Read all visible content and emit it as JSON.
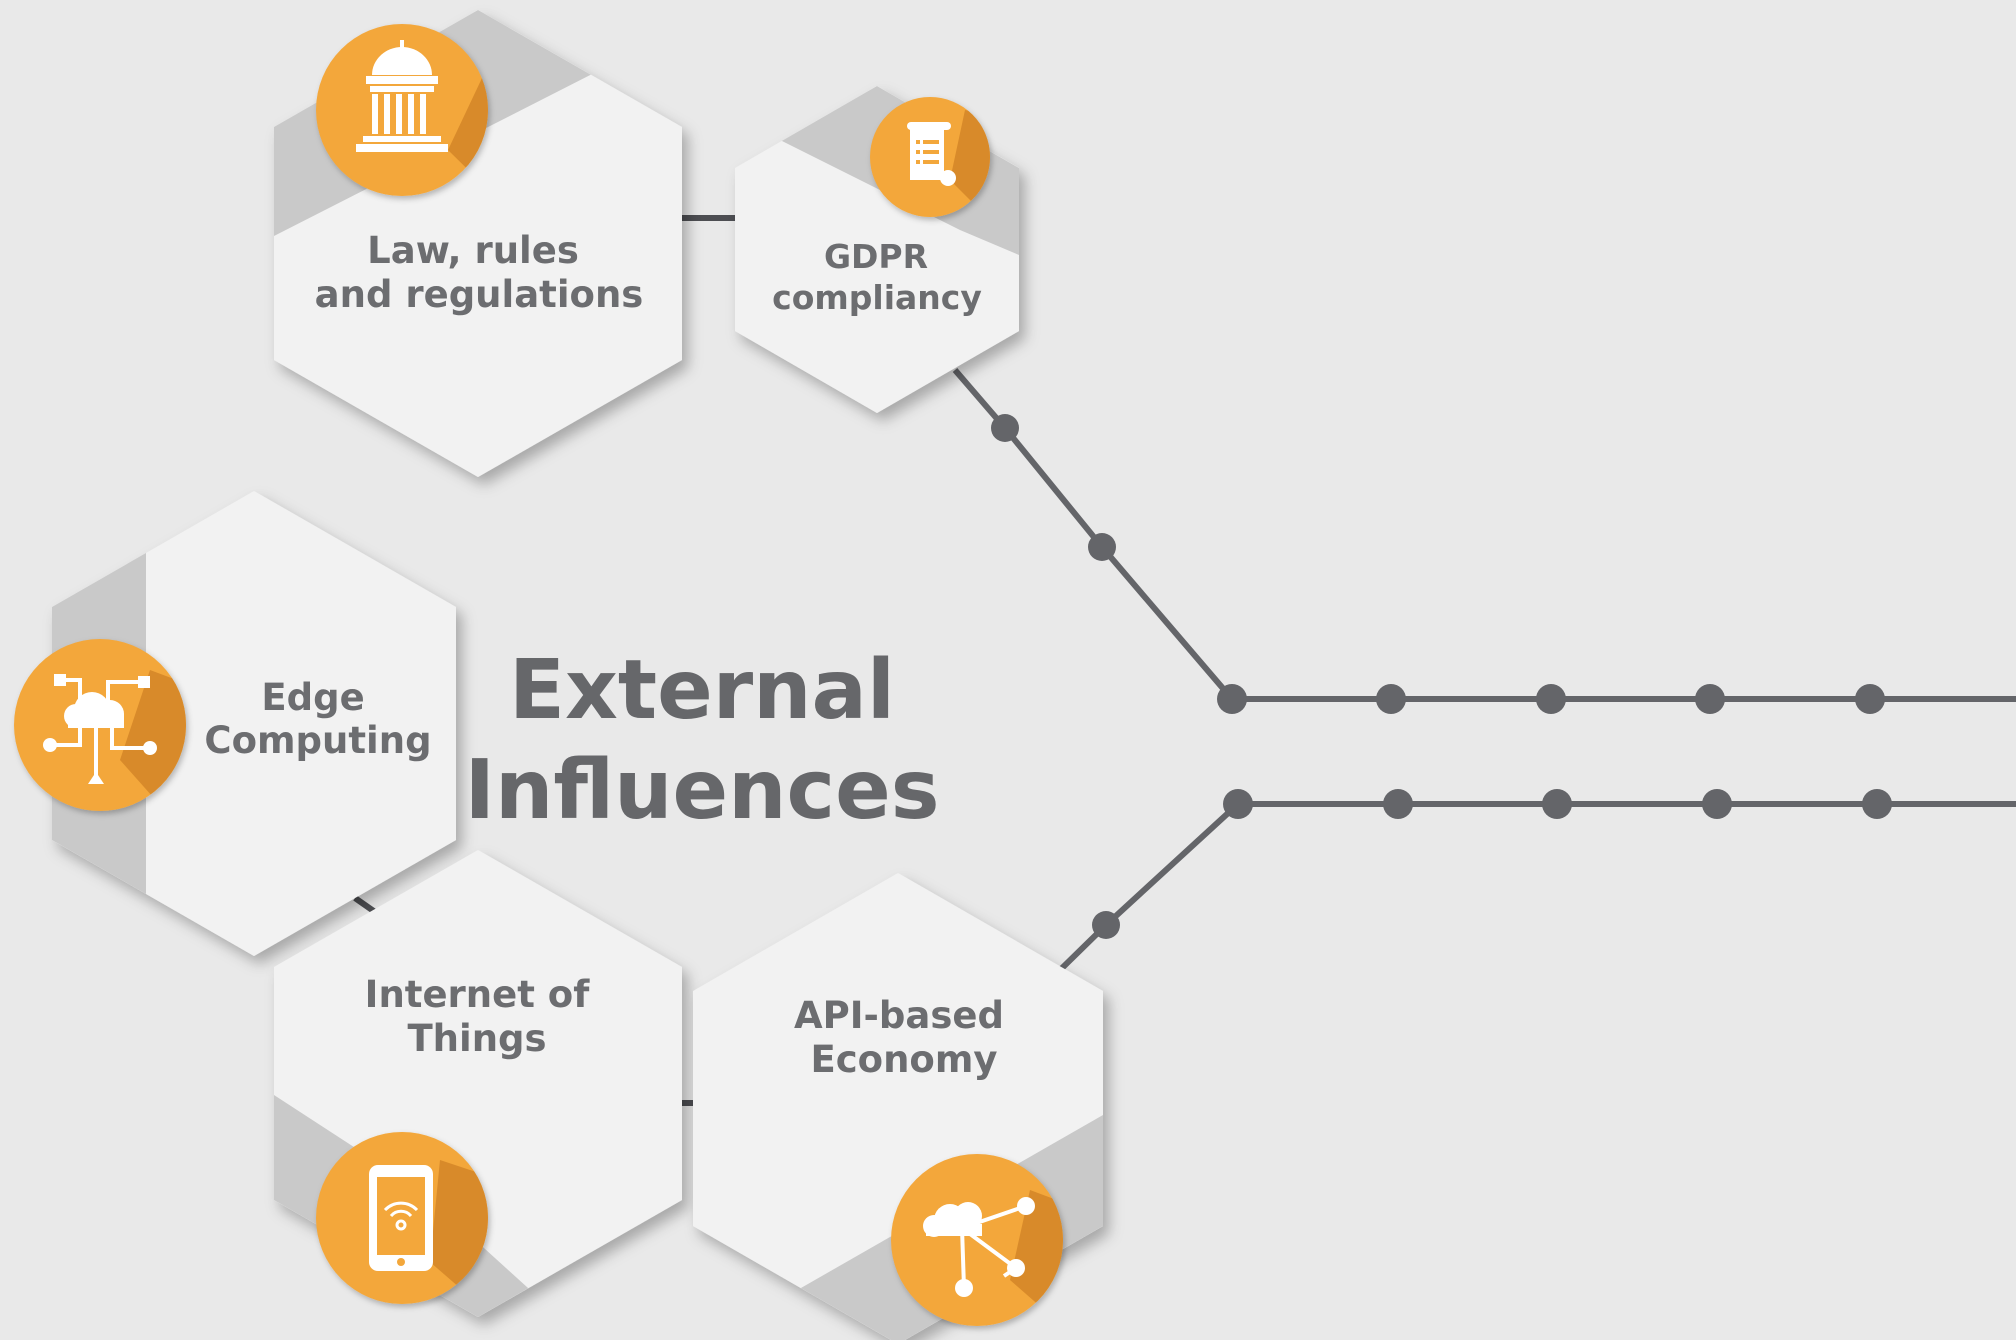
{
  "title": {
    "line1": "External",
    "line2": "Influences"
  },
  "nodes": {
    "law": {
      "line1": "Law, rules",
      "line2": "and regulations",
      "icon": "capitol-icon"
    },
    "gdpr": {
      "line1": "GDPR",
      "line2": "compliancy",
      "icon": "scroll-icon"
    },
    "edge": {
      "line1": "Edge",
      "line2": "Computing",
      "icon": "cloud-network-icon"
    },
    "iot": {
      "line1": "Internet of",
      "line2": "Things",
      "icon": "smartphone-wifi-icon"
    },
    "api": {
      "line1": "API-based",
      "line2": "Economy",
      "icon": "cloud-nodes-icon"
    }
  },
  "colors": {
    "background": "#e9e9e9",
    "hex_face": "#f2f2f2",
    "hex_fold": "#c8c8c8",
    "icon_orange": "#f3a73b",
    "icon_shadow": "#d88a2a",
    "connector": "#646569",
    "text": "#6c6d70"
  }
}
